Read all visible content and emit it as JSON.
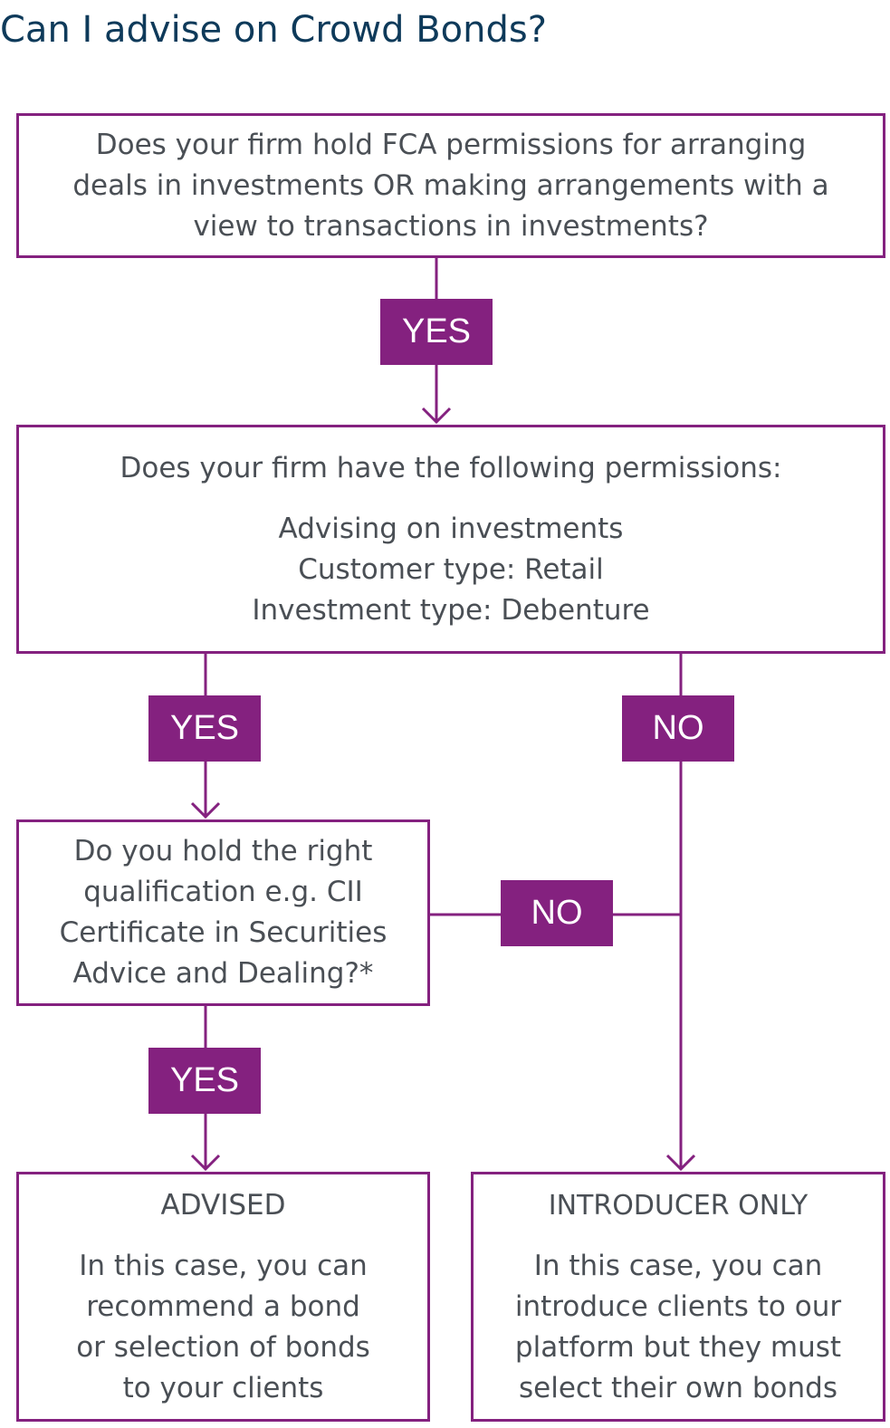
{
  "title": "Can I advise on Crowd Bonds?",
  "q1": {
    "lines": [
      "Does your firm hold FCA permissions for arranging",
      "deals in investments OR making arrangements with a",
      "view to transactions in investments?"
    ]
  },
  "q2": {
    "lead": "Does your firm have the following permissions:",
    "lines": [
      "Advising on investments",
      "Customer type: Retail",
      "Investment type: Debenture"
    ]
  },
  "q3": {
    "lines": [
      "Do you hold the right",
      "qualification e.g. CII",
      "Certificate in Securities",
      "Advice and Dealing?*"
    ]
  },
  "labels": {
    "yes1": "YES",
    "yes2": "YES",
    "no1": "NO",
    "no2": "NO",
    "yes3": "YES"
  },
  "advised": {
    "heading": "ADVISED",
    "lines": [
      "In this case, you can",
      "recommend a bond",
      "or selection of bonds",
      "to your clients"
    ]
  },
  "introducer": {
    "heading": "INTRODUCER ONLY",
    "lines": [
      "In this case, you can",
      "introduce clients to our",
      "platform but they must",
      "select their own bonds"
    ]
  },
  "colors": {
    "accent": "#84217f",
    "title": "#0e3a5a",
    "text": "#4a4f55"
  }
}
